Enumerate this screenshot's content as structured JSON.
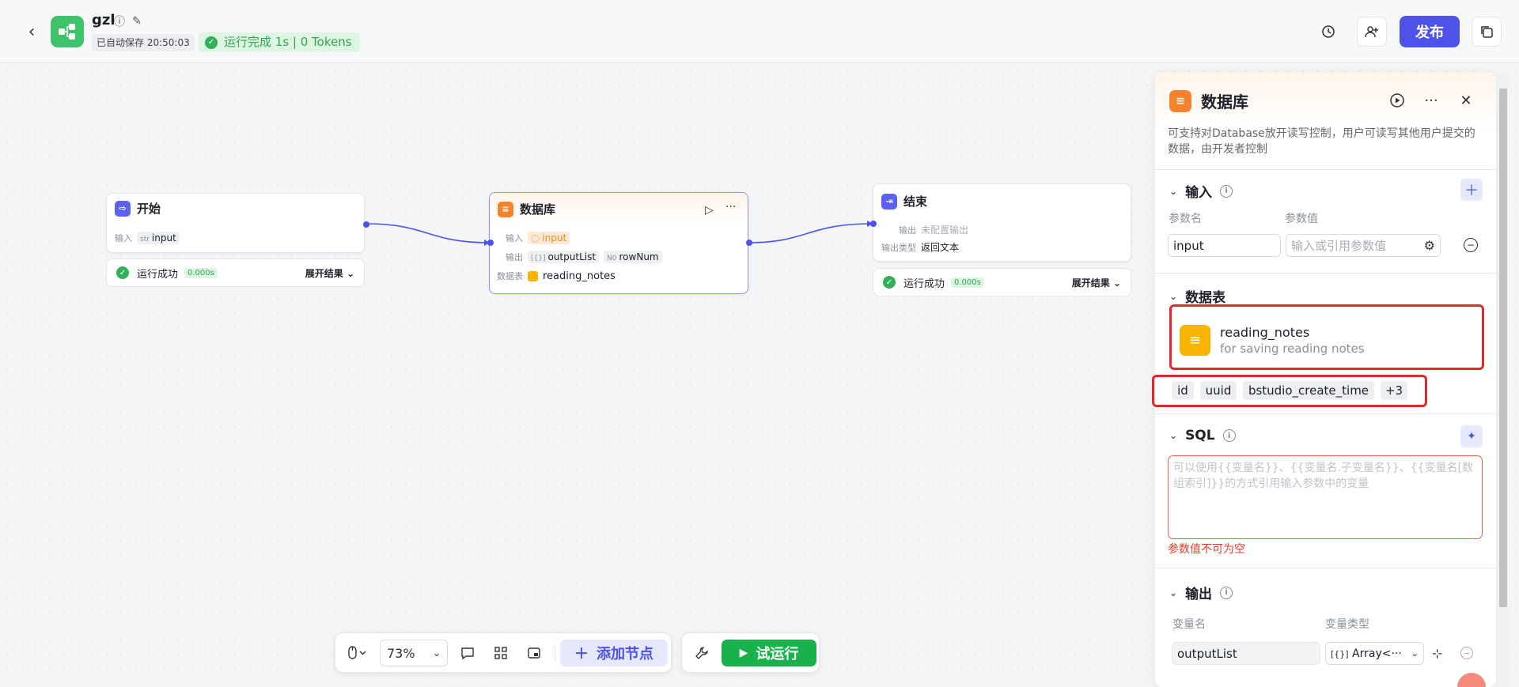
{
  "header": {
    "app_name": "gzl",
    "autosave": "已自动保存 20:50:03",
    "run_status": "运行完成 1s | 0 Tokens",
    "publish_label": "发布"
  },
  "nodes": {
    "start": {
      "title": "开始",
      "input_label": "输入",
      "input_type": "str",
      "input_name": "input",
      "status": "运行成功",
      "time": "0.000s",
      "expand": "展开结果"
    },
    "database": {
      "title": "数据库",
      "input_label": "输入",
      "input_name": "input",
      "output_label": "输出",
      "output_type1": "[{}]",
      "output_name1": "outputList",
      "output_type2": "N0",
      "output_name2": "rowNum",
      "table_label": "数据表",
      "table_name": "reading_notes"
    },
    "end": {
      "title": "结束",
      "output_label": "输出",
      "output_value": "未配置输出",
      "output_type_label": "输出类型",
      "output_type_value": "返回文本",
      "status": "运行成功",
      "time": "0.000s",
      "expand": "展开结果"
    }
  },
  "toolbar": {
    "zoom": "73%",
    "add_node": "添加节点",
    "trial_run": "试运行"
  },
  "panel": {
    "title": "数据库",
    "description": "可支持对Database放开读写控制，用户可读写其他用户提交的数据，由开发者控制",
    "input_section": {
      "title": "输入",
      "col_name": "参数名",
      "col_value": "参数值",
      "param_name": "input",
      "param_value_placeholder": "输入或引用参数值"
    },
    "table_section": {
      "title": "数据表",
      "table_name": "reading_notes",
      "table_desc": "for saving reading notes",
      "fields": [
        "id",
        "uuid",
        "bstudio_create_time",
        "+3"
      ]
    },
    "sql_section": {
      "title": "SQL",
      "placeholder": "可以使用{{变量名}}、{{变量名.子变量名}}、{{变量名[数组索引]}}的方式引用输入参数中的变量",
      "error": "参数值不可为空"
    },
    "output_section": {
      "title": "输出",
      "col_name": "变量名",
      "col_type": "变量类型",
      "var_name": "outputList",
      "var_type": "Array<···",
      "var_type_icon": "[{}]"
    }
  },
  "colors": {
    "accent": "#4d53e8",
    "success": "#31b058",
    "error": "#e02a2a",
    "db_orange": "#f5832e"
  }
}
